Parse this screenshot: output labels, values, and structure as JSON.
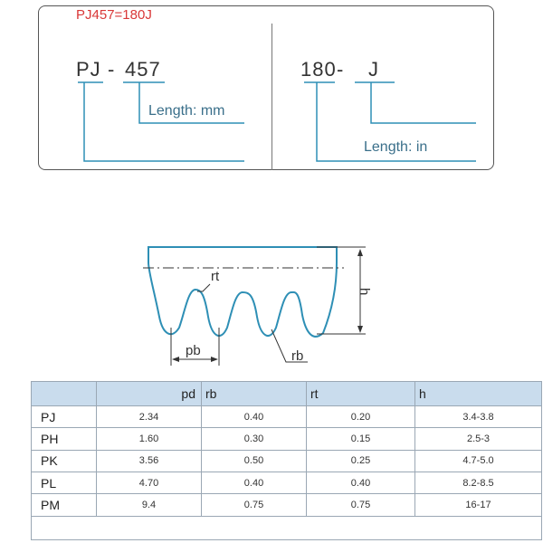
{
  "header": {
    "label": "PJ457=180J"
  },
  "left": {
    "prefix": "PJ",
    "dash": "-",
    "number": "457",
    "caption": "Length: mm"
  },
  "right": {
    "number": "180",
    "dash": "-",
    "suffix": "J",
    "caption": "Length: in"
  },
  "diagram": {
    "rt": "rt",
    "h": "h",
    "pb": "pb",
    "rb": "rb"
  },
  "table": {
    "headers": [
      "",
      "pd",
      "rb",
      "rt",
      "h"
    ],
    "rows": [
      {
        "name": "PJ",
        "pd": "2.34",
        "rb": "0.40",
        "rt": "0.20",
        "h": "3.4-3.8"
      },
      {
        "name": "PH",
        "pd": "1.60",
        "rb": "0.30",
        "rt": "0.15",
        "h": "2.5-3"
      },
      {
        "name": "PK",
        "pd": "3.56",
        "rb": "0.50",
        "rt": "0.25",
        "h": "4.7-5.0"
      },
      {
        "name": "PL",
        "pd": "4.70",
        "rb": "0.40",
        "rt": "0.40",
        "h": "8.2-8.5"
      },
      {
        "name": "PM",
        "pd": "9.4",
        "rb": "0.75",
        "rt": "0.75",
        "h": "16-17"
      }
    ]
  },
  "colors": {
    "line": "#2e8fb5",
    "header_text": "#d93838",
    "table_header": "#c9dced"
  }
}
